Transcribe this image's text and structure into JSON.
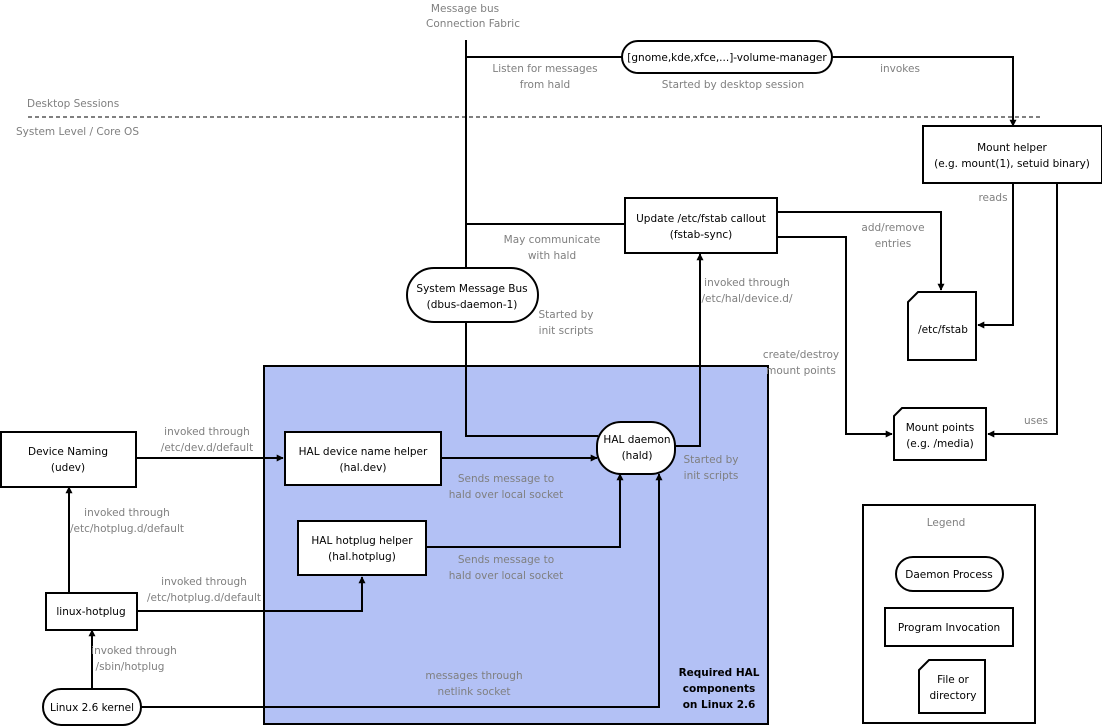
{
  "bus": {
    "line1": "Message bus",
    "line2": "Connection Fabric"
  },
  "zones": {
    "desktop": "Desktop Sessions",
    "system": "System Level / Core OS"
  },
  "hal_region": {
    "line1": "Required HAL",
    "line2": "components",
    "line3": "on Linux 2.6",
    "fill": "#b3c1f5"
  },
  "nodes": {
    "volume_manager": {
      "line1": "[gnome,kde,xfce,...]-volume-manager"
    },
    "mount_helper": {
      "line1": "Mount helper",
      "line2": "(e.g. mount(1), setuid binary)"
    },
    "fstab_callout": {
      "line1": "Update /etc/fstab callout",
      "line2": "(fstab-sync)"
    },
    "system_bus": {
      "line1": "System Message Bus",
      "line2": "(dbus-daemon-1)"
    },
    "etc_fstab": {
      "line1": "/etc/fstab"
    },
    "mount_points": {
      "line1": "Mount points",
      "line2": "(e.g. /media)"
    },
    "hal_daemon": {
      "line1": "HAL daemon",
      "line2": "(hald)"
    },
    "device_naming": {
      "line1": "Device Naming",
      "line2": "(udev)"
    },
    "hal_dev": {
      "line1": "HAL device name helper",
      "line2": "(hal.dev)"
    },
    "hal_hotplug": {
      "line1": "HAL hotplug helper",
      "line2": "(hal.hotplug)"
    },
    "linux_hotplug": {
      "line1": "linux-hotplug"
    },
    "kernel": {
      "line1": "Linux 2.6 kernel"
    }
  },
  "labels": {
    "listen": {
      "line1": "Listen for messages",
      "line2": "from hald"
    },
    "started_desktop": {
      "line1": "Started by desktop session"
    },
    "invokes": {
      "line1": "invokes"
    },
    "reads": {
      "line1": "reads"
    },
    "add_remove": {
      "line1": "add/remove",
      "line2": "entries"
    },
    "may_communicate": {
      "line1": "May communicate",
      "line2": "with hald"
    },
    "invoked_device_d": {
      "line1": "invoked through",
      "line2": "/etc/hal/device.d/"
    },
    "started_init1": {
      "line1": "Started by",
      "line2": "init scripts"
    },
    "create_destroy": {
      "line1": "create/destroy",
      "line2": "mount points"
    },
    "uses": {
      "line1": "uses"
    },
    "started_init2": {
      "line1": "Started by",
      "line2": "init scripts"
    },
    "invoked_dev_d": {
      "line1": "invoked through",
      "line2": "/etc/dev.d/default"
    },
    "sends1": {
      "line1": "Sends message to",
      "line2": "hald over local socket"
    },
    "invoked_hotplug_d1": {
      "line1": "invoked through",
      "line2": "/etc/hotplug.d/default"
    },
    "invoked_hotplug_d2": {
      "line1": "invoked through",
      "line2": "/etc/hotplug.d/default"
    },
    "sends2": {
      "line1": "Sends message to",
      "line2": "hald over local socket"
    },
    "invoked_sbin": {
      "line1": "invoked through",
      "line2": "/sbin/hotplug"
    },
    "netlink": {
      "line1": "messages through",
      "line2": "netlink socket"
    }
  },
  "legend": {
    "title": "Legend",
    "daemon": "Daemon Process",
    "program": "Program Invocation",
    "file_line1": "File or",
    "file_line2": "directory"
  }
}
